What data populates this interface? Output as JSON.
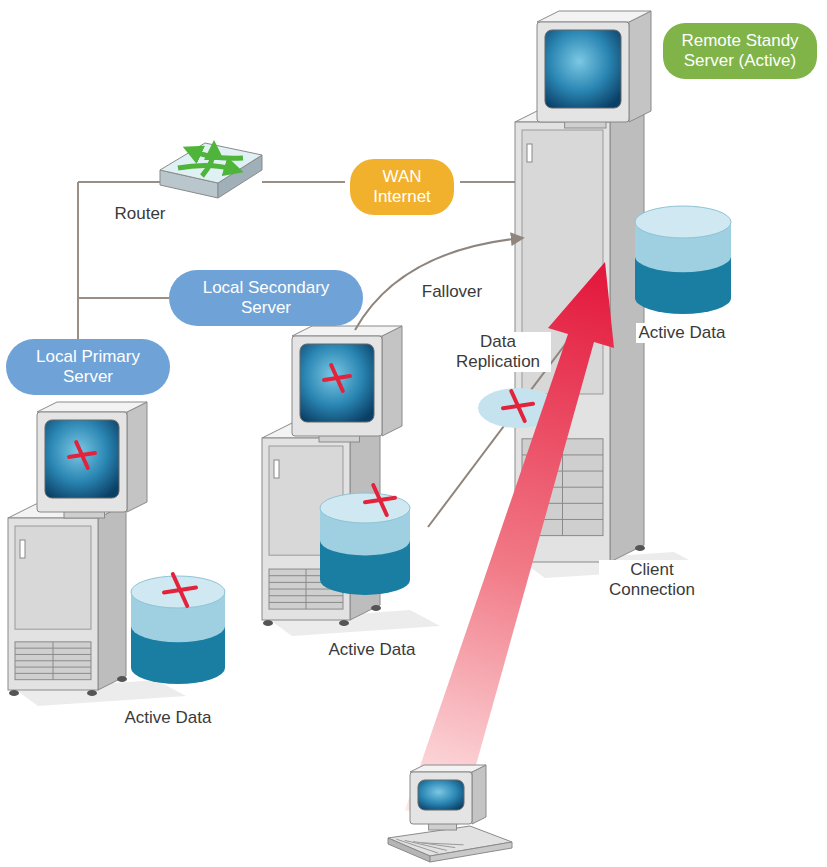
{
  "diagram": {
    "nodes": [
      {
        "text": [
          "Remote Standy Server (Active)"
        ]
      },
      {
        "text": [
          "WAN Internet"
        ]
      },
      {
        "text": [
          "Local Secondary Server"
        ]
      },
      {
        "text": [
          "Local Primary Server"
        ]
      }
    ],
    "edges": [
      {
        "from": 3,
        "to": 2,
        "arrow": "none"
      }
    ],
    "labels": [
      "Router",
      "Fallover",
      "Data Replication",
      "Active Data",
      "Active Data",
      "Active Data",
      "Client Connection"
    ]
  }
}
